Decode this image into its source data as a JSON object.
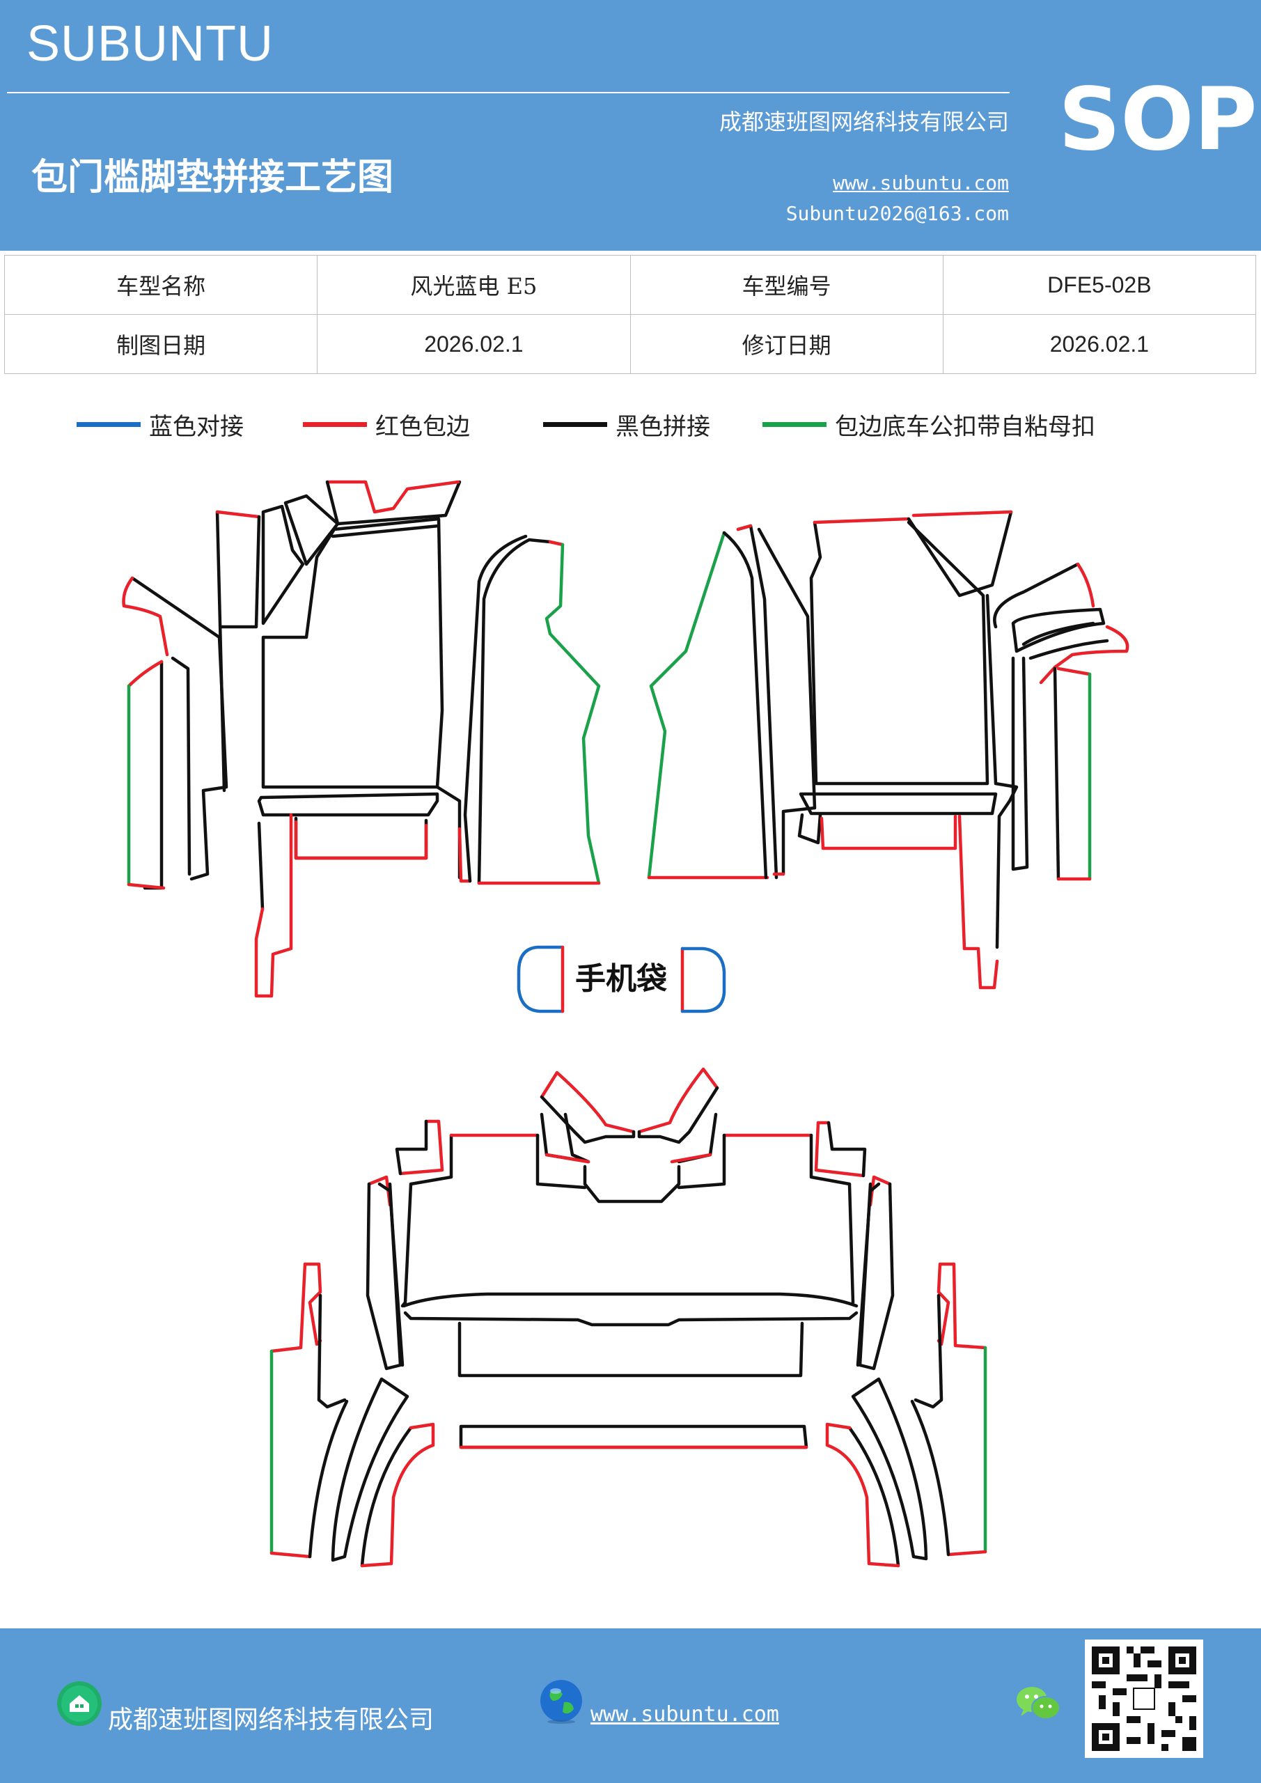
{
  "header": {
    "brand": "SUBUNTU",
    "company": "成都速班图网络科技有限公司",
    "title": "包门槛脚垫拼接工艺图",
    "website": "www.subuntu.com",
    "email": "Subuntu2026@163.com",
    "badge": "SOP"
  },
  "info_table": {
    "rows": [
      {
        "label1": "车型名称",
        "value1": "风光蓝电 E5",
        "label2": "车型编号",
        "value2": "DFE5-02B"
      },
      {
        "label1": "制图日期",
        "value1": "2026.02.1",
        "label2": "修订日期",
        "value2": "2026.02.1"
      }
    ]
  },
  "legend": [
    {
      "label": "蓝色对接",
      "color": "#1a6fc4"
    },
    {
      "label": "红色包边",
      "color": "#e8212a"
    },
    {
      "label": "黑色拼接",
      "color": "#111111"
    },
    {
      "label": "包边底车公扣带自粘母扣",
      "color": "#1aa14a"
    }
  ],
  "diagram": {
    "phone_pocket_label": "手机袋"
  },
  "footer": {
    "company": "成都速班图网络科技有限公司",
    "website": "www.subuntu.com"
  },
  "colors": {
    "brand_blue": "#5b9bd5",
    "blue_seam": "#1a6fc4",
    "red_edge": "#e8212a",
    "black_seam": "#111111",
    "green_strip": "#1aa14a"
  },
  "icons": [
    "home-icon",
    "globe-icon",
    "wechat-icon",
    "qr-code"
  ]
}
